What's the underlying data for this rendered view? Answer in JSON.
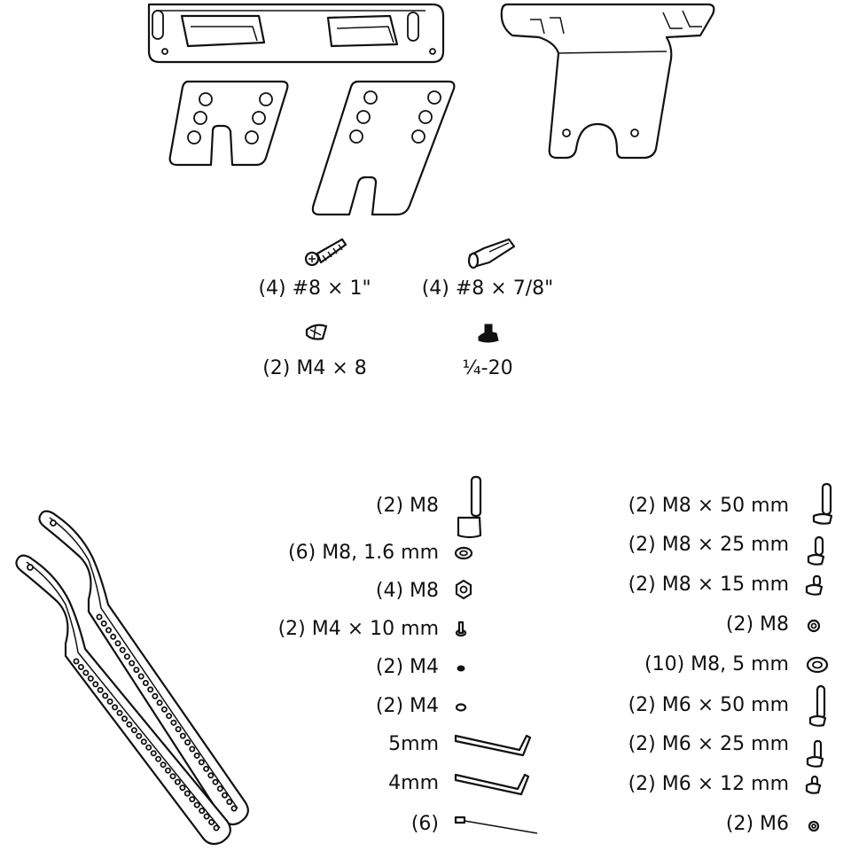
{
  "top_hardware": [
    {
      "label": "(4) #8 × 1\"",
      "icon": "wood-screw-icon"
    },
    {
      "label": "(4) #8 × 7/8\"",
      "icon": "wall-anchor-icon"
    },
    {
      "label": "(2) M4 × 8",
      "icon": "flat-head-screw-icon"
    },
    {
      "label": "¼-20",
      "icon": "thumb-screw-icon"
    }
  ],
  "middle_hardware": [
    {
      "label": "(2) M8",
      "icon": "spacer-bolt-icon"
    },
    {
      "label": "(6) M8, 1.6 mm",
      "icon": "washer-icon"
    },
    {
      "label": "(4) M8",
      "icon": "hex-nut-icon"
    },
    {
      "label": "(2) M4 × 10 mm",
      "icon": "small-screw-icon"
    },
    {
      "label": "(2) M4",
      "icon": "small-nut-icon"
    },
    {
      "label": "(2) M4",
      "icon": "small-washer-icon"
    },
    {
      "label": "5mm",
      "icon": "allen-key-icon"
    },
    {
      "label": "4mm",
      "icon": "allen-key-icon"
    },
    {
      "label": "(6)",
      "icon": "cable-tie-icon"
    }
  ],
  "right_hardware": [
    {
      "label": "(2) M8 × 50 mm",
      "icon": "long-bolt-icon"
    },
    {
      "label": "(2) M8 × 25 mm",
      "icon": "medium-bolt-icon"
    },
    {
      "label": "(2) M8 × 15 mm",
      "icon": "short-bolt-icon"
    },
    {
      "label": "(2) M8",
      "icon": "lock-washer-icon"
    },
    {
      "label": "(10) M8, 5 mm",
      "icon": "spacer-washer-icon"
    },
    {
      "label": "(2) M6 × 50 mm",
      "icon": "long-bolt-icon"
    },
    {
      "label": "(2) M6 × 25 mm",
      "icon": "medium-bolt-icon"
    },
    {
      "label": "(2) M6 × 12 mm",
      "icon": "short-bolt-icon"
    },
    {
      "label": "(2) M6",
      "icon": "lock-washer-icon"
    }
  ]
}
